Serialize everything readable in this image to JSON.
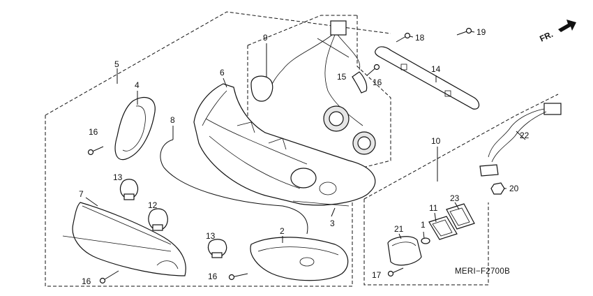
{
  "diagram": {
    "code": "MERI−F2700B",
    "direction_label": "FR.",
    "callouts": {
      "c1": "1",
      "c2": "2",
      "c3": "3",
      "c4": "4",
      "c5": "5",
      "c6": "6",
      "c7": "7",
      "c8": "8",
      "c9": "9",
      "c10": "10",
      "c11": "11",
      "c12": "12",
      "c13a": "13",
      "c13b": "13",
      "c14": "14",
      "c15": "15",
      "c16a": "16",
      "c16b": "16",
      "c16c": "16",
      "c16d": "16",
      "c17": "17",
      "c18": "18",
      "c19": "19",
      "c20": "20",
      "c21": "21",
      "c22": "22",
      "c23": "23"
    }
  }
}
